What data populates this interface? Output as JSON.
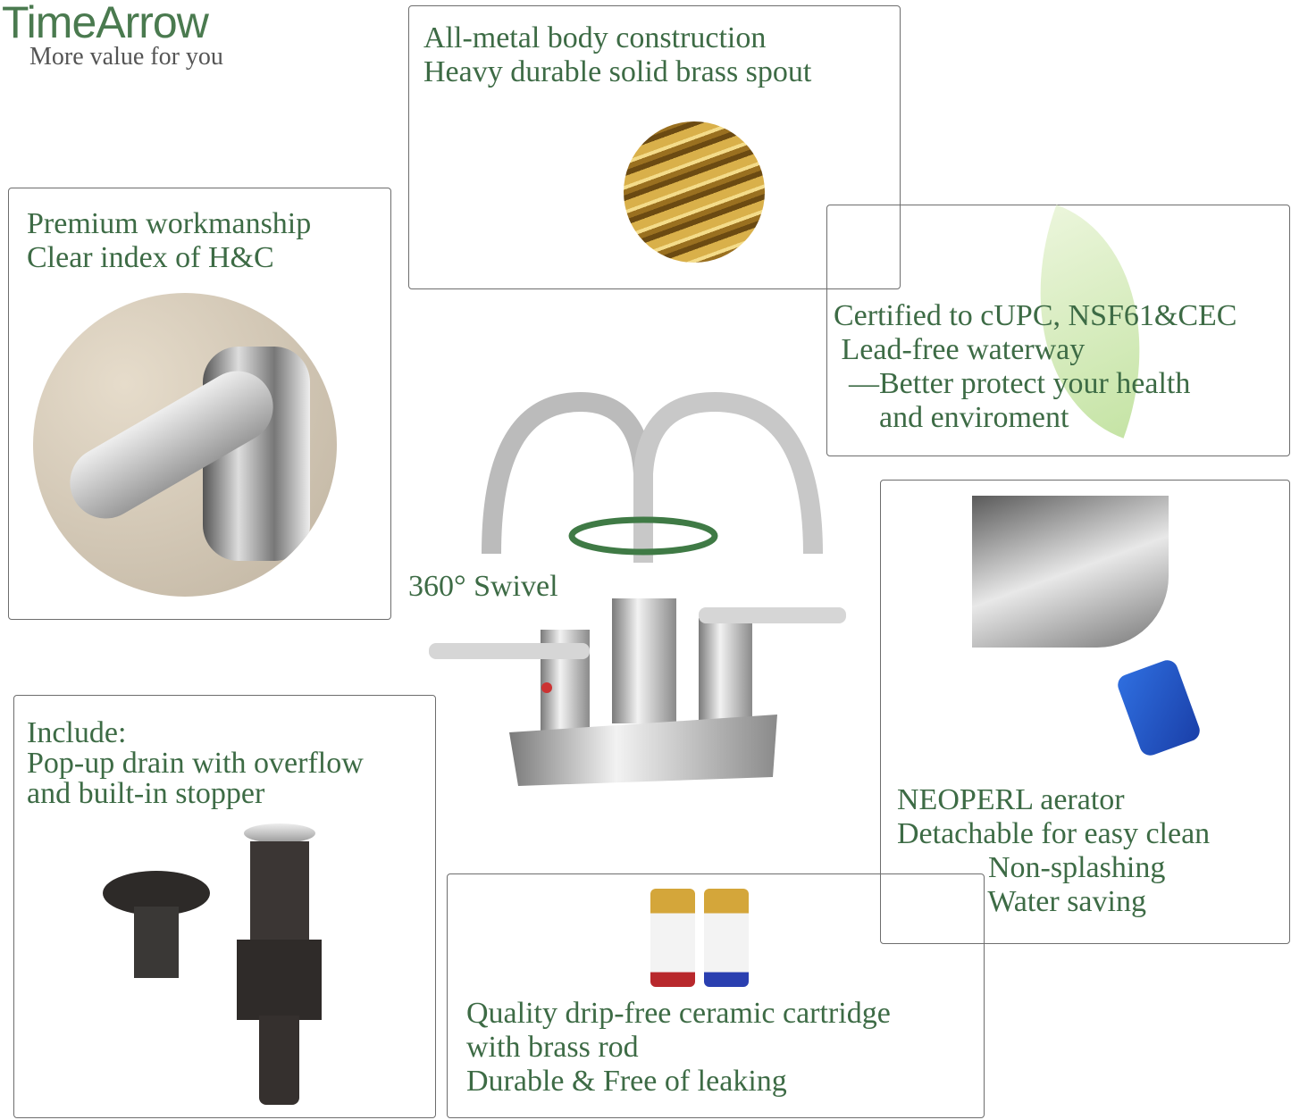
{
  "brand": {
    "logo": "TimeArrow",
    "slogan": "More value for you"
  },
  "features": {
    "body": [
      "All-metal body construction",
      "Heavy durable solid brass spout"
    ],
    "handle": [
      "Premium workmanship",
      "Clear index of H&C"
    ],
    "certification": [
      "Certified to cUPC, NSF61&CEC",
      " Lead-free waterway",
      "  —Better protect your health",
      "      and enviroment"
    ],
    "swivel": "360° Swivel",
    "aerator": [
      "NEOPERL aerator",
      "Detachable for easy clean",
      "            Non-splashing",
      "            Water saving"
    ],
    "drain": [
      "Include:",
      "Pop-up drain with overflow",
      "and built-in stopper"
    ],
    "cartridge": [
      "Quality drip-free ceramic cartridge",
      "with brass rod",
      "Durable & Free of leaking"
    ]
  },
  "colors": {
    "text_green": "#3d6b45",
    "border": "#6d6d6d",
    "arrow_green": "#3f7a45"
  }
}
